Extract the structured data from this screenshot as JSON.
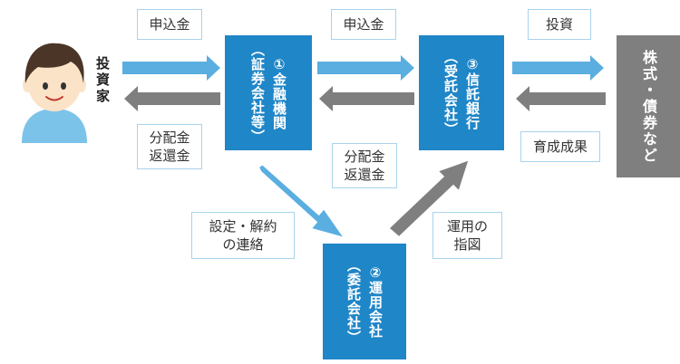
{
  "investor": {
    "label": "投資家"
  },
  "nodes": {
    "distributor": {
      "number": "①",
      "name": "金融機関",
      "role": "（証券会社等）"
    },
    "manager": {
      "number": "②",
      "name": "運用会社",
      "role": "（委託会社）"
    },
    "trustee": {
      "number": "③",
      "name": "信託銀行",
      "role": "（受託会社）"
    },
    "market": {
      "label": "株式・債券など"
    }
  },
  "labels": {
    "apply_1": "申込金",
    "apply_2": "申込金",
    "invest": "投資",
    "distribution_1": [
      "分配金",
      "返還金"
    ],
    "distribution_2": [
      "分配金",
      "返還金"
    ],
    "results": "育成成果",
    "setup": [
      "設定・解約",
      "の連絡"
    ],
    "instruction": [
      "運用の",
      "指図"
    ]
  },
  "colors": {
    "node": "#1f86c8",
    "arrow_blue": "#5aaee0",
    "arrow_gray": "#7f7f7f",
    "label_border": "#a9d3ec",
    "market": "#7f7f7f",
    "skin": "#fbe3c7",
    "hair": "#4a3527",
    "shirt": "#7cc3ea"
  }
}
